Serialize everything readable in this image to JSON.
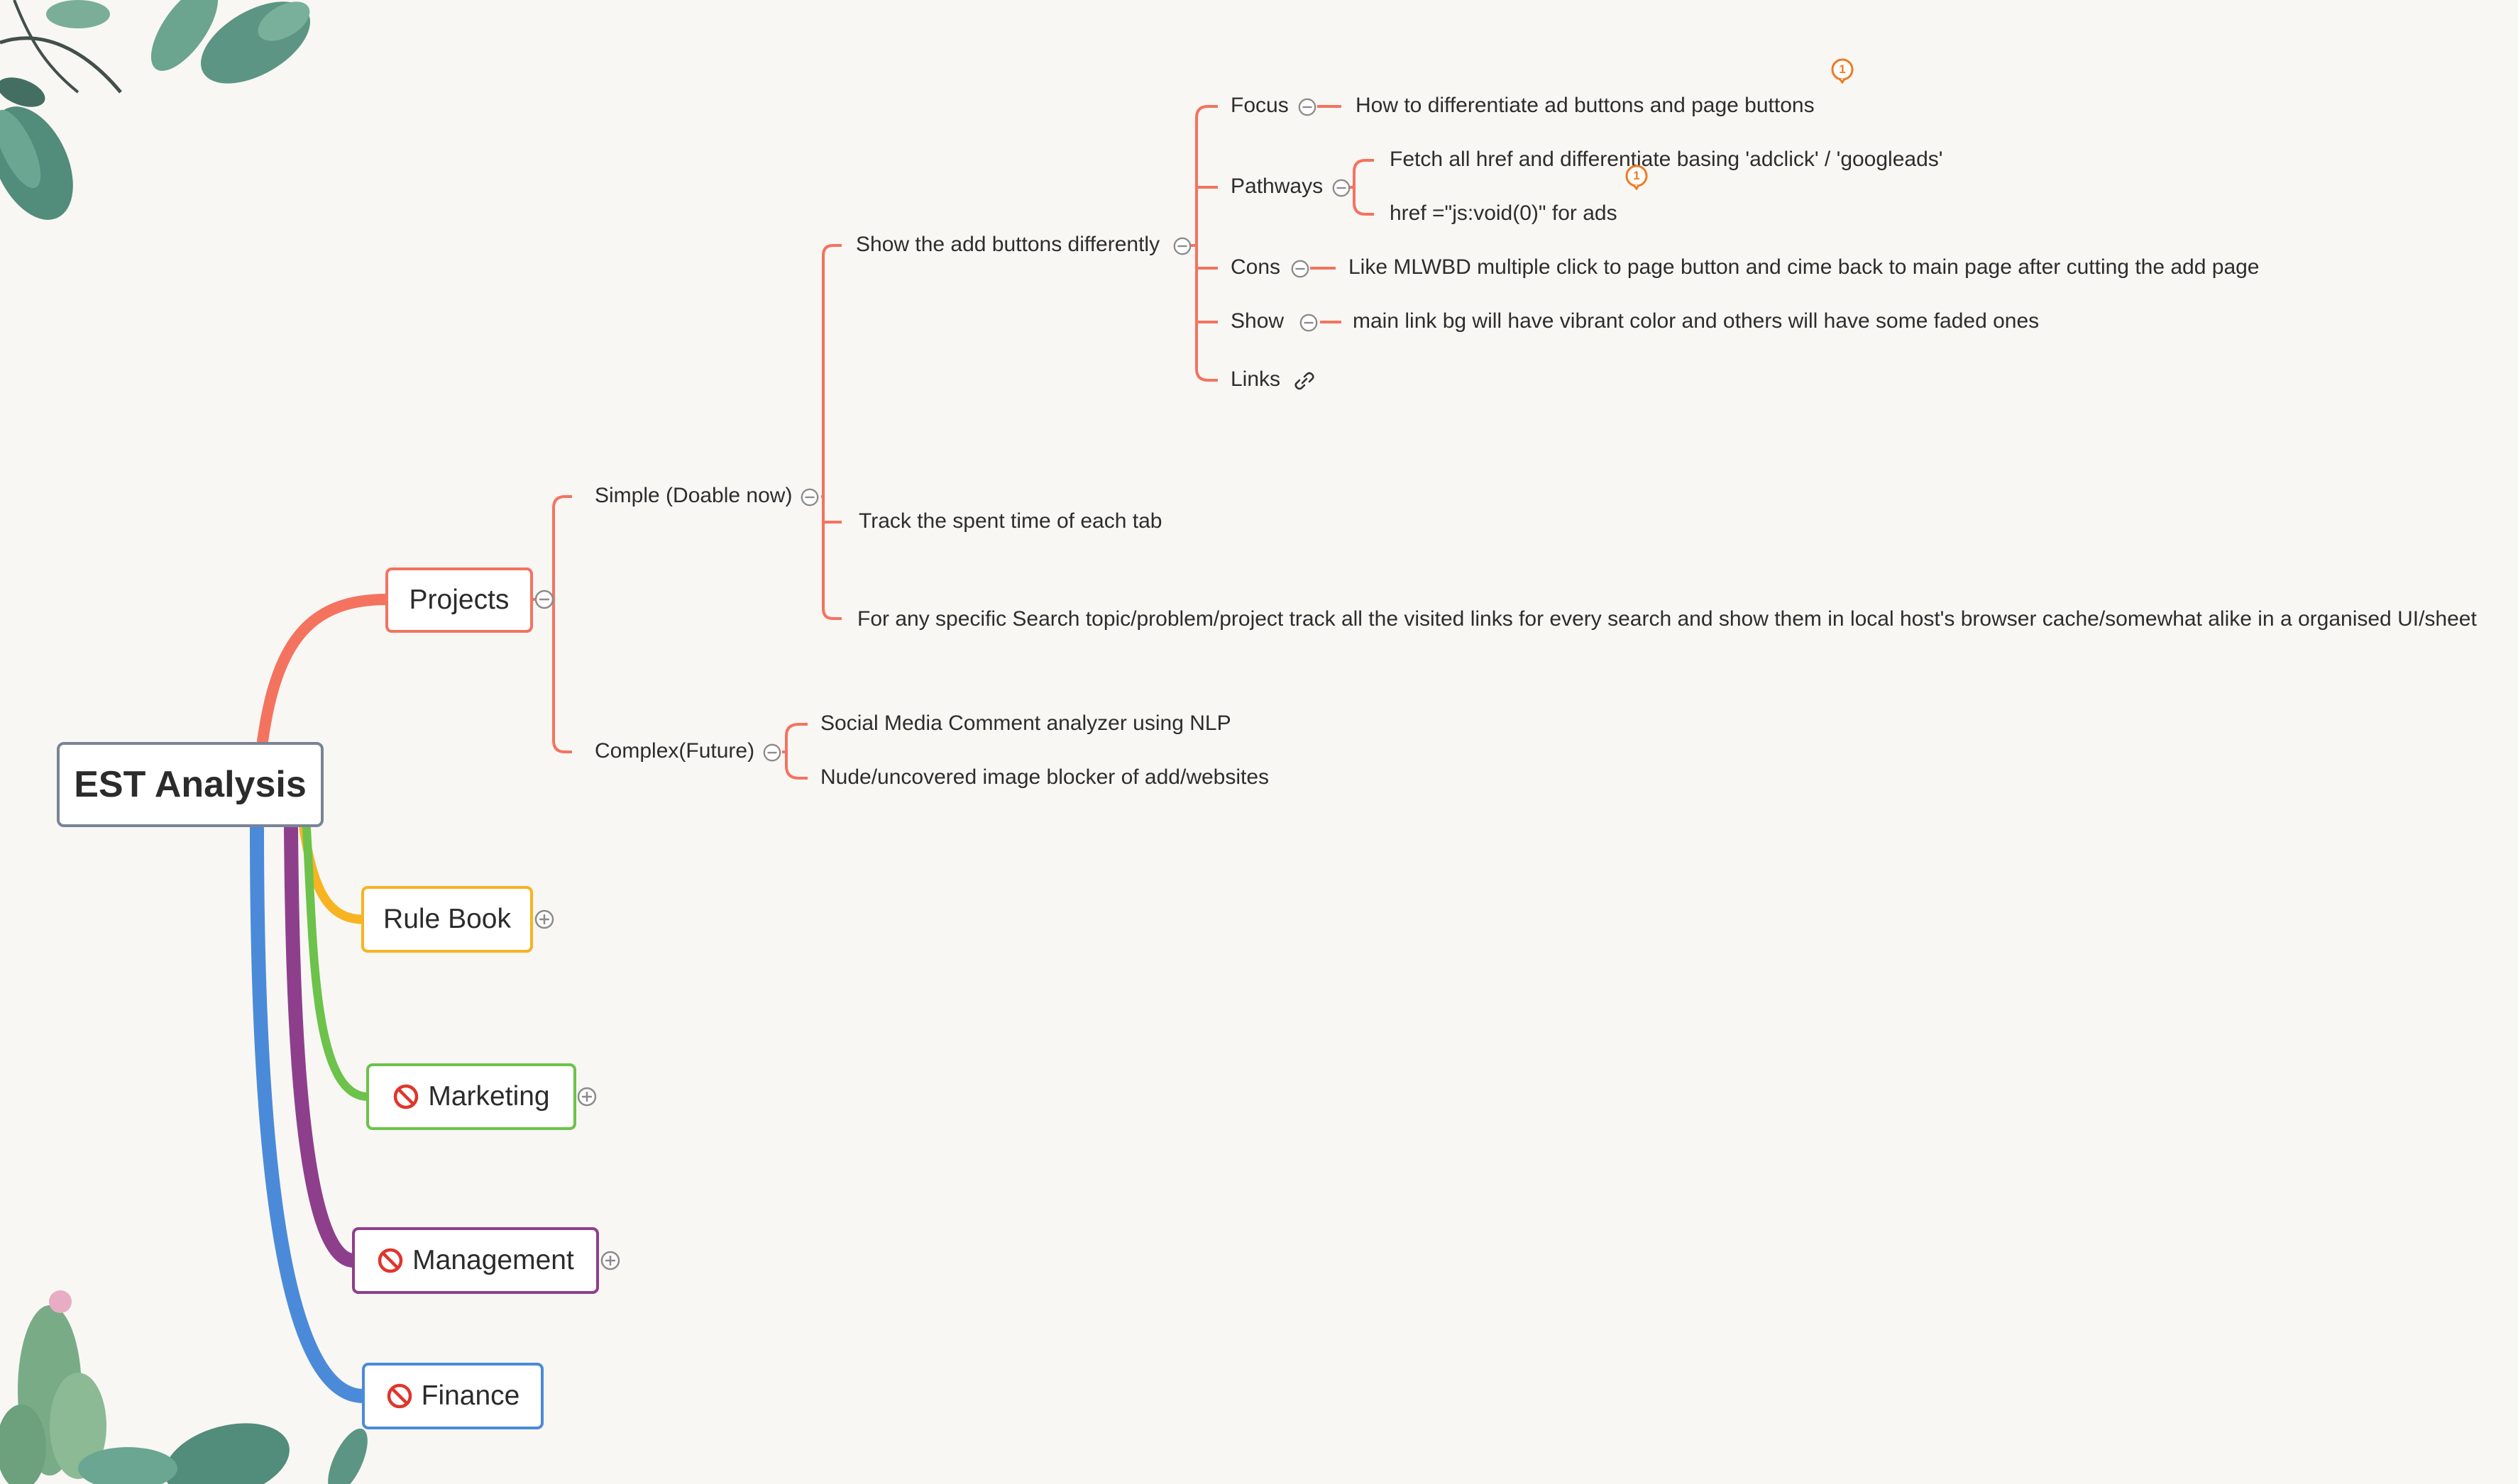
{
  "colors": {
    "background": "#f8f7f4",
    "projects": "#f4735f",
    "rule_book": "#f7b320",
    "marketing": "#6cc24a",
    "management": "#8e3f8c",
    "finance": "#4b8ad9",
    "root_border": "#7a8396",
    "collapse_icon": "#8b8b8b",
    "badge": "#ef7a22",
    "ban": "#e0352b"
  },
  "root": {
    "label": "EST Analysis"
  },
  "branches": {
    "projects": {
      "label": "Projects",
      "toggle": "collapse"
    },
    "rule_book": {
      "label": "Rule Book",
      "toggle": "expand"
    },
    "marketing": {
      "label": "Marketing",
      "icon": "no-entry-icon",
      "toggle": "expand"
    },
    "management": {
      "label": "Management",
      "icon": "no-entry-icon",
      "toggle": "expand"
    },
    "finance": {
      "label": "Finance",
      "icon": "no-entry-icon"
    }
  },
  "projects": {
    "simple": {
      "label": "Simple (Doable now)"
    },
    "complex": {
      "label": "Complex(Future)"
    },
    "show_add_buttons": {
      "label": "Show the add buttons differently"
    },
    "track_time": {
      "label": "Track the spent time of each tab"
    },
    "specific_search": {
      "label": "For any specific Search topic/problem/project track all the visited links for every search and show them in local host's browser cache/somewhat alike in a organised UI/sheet"
    },
    "social_media": {
      "label": "Social Media Comment analyzer using NLP"
    },
    "image_blocker": {
      "label": "Nude/uncovered image blocker of add/websites"
    },
    "focus": {
      "label": "Focus",
      "detail": "How to differentiate ad buttons and page buttons",
      "comment_badge": "1"
    },
    "pathways": {
      "label": "Pathways",
      "items": [
        "Fetch all href and  differentiate basing 'adclick' / 'googleads'",
        "href =\"js:void(0)\" for ads"
      ],
      "comment_badge": "1"
    },
    "cons": {
      "label": "Cons",
      "detail": "Like MLWBD multiple click to page button and cime back to main page after cutting the add page"
    },
    "show": {
      "label": "Show",
      "detail": "main link bg will have vibrant color and others will have some faded ones"
    },
    "links": {
      "label": "Links",
      "icon": "link-icon"
    }
  }
}
